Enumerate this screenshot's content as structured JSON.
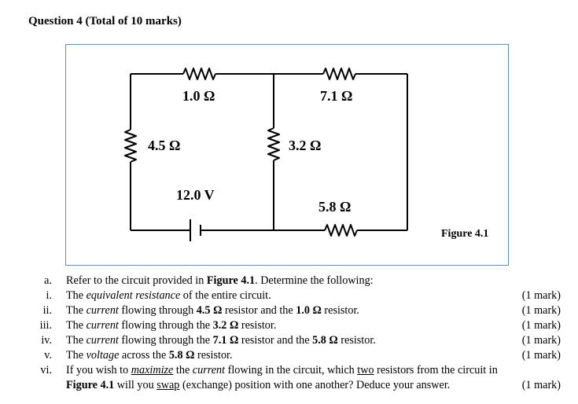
{
  "title": "Question 4 (Total of 10 marks)",
  "figure": {
    "caption": "Figure 4.1",
    "labels": {
      "r_top_left": "1.0 Ω",
      "r_top_right": "7.1 Ω",
      "r_left": "4.5 Ω",
      "r_middle": "3.2 Ω",
      "battery": "12.0 V",
      "r_bottom_right": "5.8 Ω"
    }
  },
  "intro": {
    "num": "a.",
    "t1": "Refer to the circuit provided in ",
    "t2": "Figure 4.1",
    "t3": ". Determine the following:"
  },
  "items": [
    {
      "num": "i.",
      "a": "The ",
      "b": "equivalent resistance",
      "c": " of the entire circuit.",
      "mark": "(1 mark)"
    },
    {
      "num": "ii.",
      "a": "The ",
      "b": "current",
      "c": " flowing through ",
      "d": "4.5 Ω",
      "e": " resistor and the ",
      "f": "1.0 Ω",
      "g": " resistor.",
      "mark": "(1 mark)"
    },
    {
      "num": "iii.",
      "a": "The ",
      "b": "current",
      "c": " flowing through the ",
      "d": "3.2 Ω",
      "e": " resistor.",
      "mark": "(1 mark)"
    },
    {
      "num": "iv.",
      "a": "The ",
      "b": "current",
      "c": " flowing through the ",
      "d": "7.1 Ω",
      "e": " resistor and the ",
      "f": "5.8 Ω",
      "g": " resistor.",
      "mark": "(1 mark)"
    },
    {
      "num": "v.",
      "a": "The ",
      "b": "voltage",
      "c": " across the ",
      "d": "5.8 Ω",
      "e": " resistor.",
      "mark": "(1 mark)"
    }
  ],
  "item6": {
    "num": "vi.",
    "a": "If you wish to ",
    "b": "maximize",
    "c": " the ",
    "d": "current",
    "e": " flowing in the circuit, which ",
    "f": "two",
    "g": " resistors from the circuit in",
    "h": "Figure 4.1",
    "i": " will you ",
    "j": "swap",
    "k": " (exchange) position with one another? Deduce your answer.",
    "mark": "(1 mark)"
  }
}
